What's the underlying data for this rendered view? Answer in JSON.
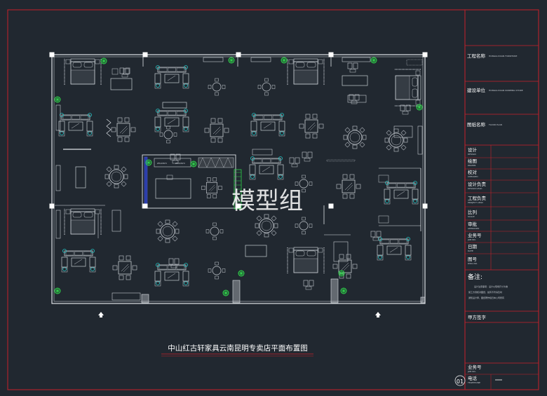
{
  "drawing_title": "中山红古轩家具云南昆明专卖店平面布置图",
  "watermark": "模型组",
  "sheet_number": "01",
  "title_block": {
    "project_name_label": "工程名称",
    "project_name_value": "HONGGUXUAN FURNITURE",
    "client_label": "建设单位",
    "client_value": "HONGGUXUAN KUNMING STORE",
    "drawing_name_label": "图纸名称",
    "drawing_name_value": "FLOOR PLAN",
    "design_label": "设计",
    "design_en": "DESIGN",
    "draw_label": "绘图",
    "draw_en": "DRAWN",
    "check_label": "校对",
    "check_en": "CHECKED",
    "design_lead_label": "设计负责",
    "design_lead_en": "DESIGN LEAD",
    "project_lead_label": "工程负责",
    "project_lead_en": "PROJECT LEAD",
    "scale_label": "比列",
    "scale_en": "SCALE",
    "approve_label": "审批",
    "approve_en": "APPROVED",
    "job_no_label": "业务号",
    "job_no_en": "JOB NO.",
    "date_label": "日期",
    "date_en": "DATE",
    "drawing_no_label": "图号",
    "drawing_no_en": "DWG NO.",
    "notes_label": "备注:",
    "notes_text_1": "设计注意事项：设计以现场尺寸为准",
    "notes_text_2": "施工方须核对图纸，如有不符请及时",
    "notes_text_3": "通知设计师，图纸著作权归本公司所有",
    "owner_sign_label": "甲方签字",
    "job_no_bottom_label": "业务号",
    "job_no_bottom_en": "JOB NO.",
    "phone_label": "电话",
    "phone_en": "TELEPHONE"
  },
  "colors": {
    "background": "#212830",
    "frame": "#c8202a",
    "wall": "#dfe3e8",
    "furniture": "#c7ccd2",
    "accent_cyan": "#25c6c6",
    "plant": "#2fd24a",
    "handles": "#ffffff"
  }
}
